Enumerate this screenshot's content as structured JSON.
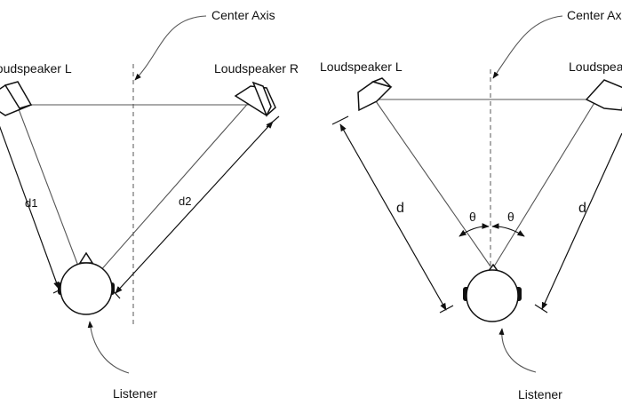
{
  "left_diagram": {
    "center_axis_label": "Center Axis",
    "speaker_l_label": "Loudspeaker L",
    "speaker_r_label": "Loudspeaker R",
    "distance_1_label": "d1",
    "distance_2_label": "d2",
    "listener_label": "Listener"
  },
  "right_diagram": {
    "center_axis_label": "Center Axis",
    "speaker_l_label": "Loudspeaker L",
    "speaker_r_label": "Loudspeaker R",
    "distance_l_label": "d",
    "distance_r_label": "d",
    "angle_l_label": "θ",
    "angle_r_label": "θ",
    "listener_label": "Listener"
  }
}
